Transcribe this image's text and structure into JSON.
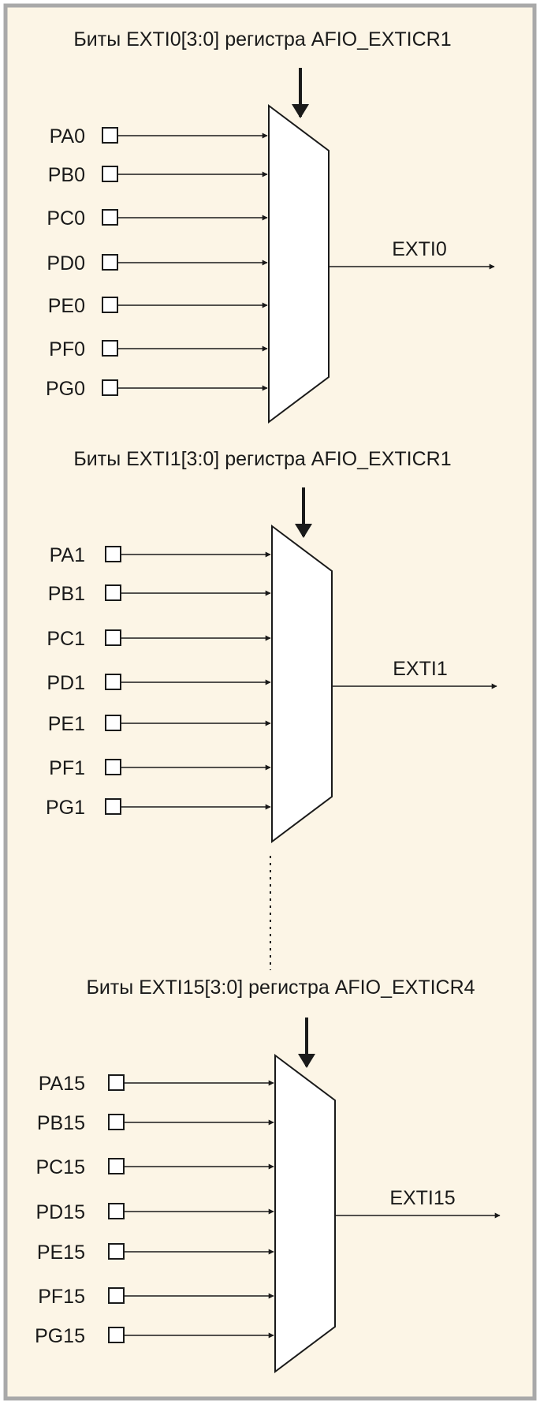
{
  "colors": {
    "frame": "#a9a9a9",
    "background": "#fcf5e6",
    "ink": "#1a1a1a",
    "mux_fill": "#ffffff"
  },
  "blocks": [
    {
      "title": "Биты EXTI0[3:0] регистра AFIO_EXTICR1",
      "inputs": [
        "PA0",
        "PB0",
        "PC0",
        "PD0",
        "PE0",
        "PF0",
        "PG0"
      ],
      "output": "EXTI0"
    },
    {
      "title": "Биты EXTI1[3:0] регистра AFIO_EXTICR1",
      "inputs": [
        "PA1",
        "PB1",
        "PC1",
        "PD1",
        "PE1",
        "PF1",
        "PG1"
      ],
      "output": "EXTI1"
    },
    {
      "title": "Биты EXTI15[3:0] регистра AFIO_EXTICR4",
      "inputs": [
        "PA15",
        "PB15",
        "PC15",
        "PD15",
        "PE15",
        "PF15",
        "PG15"
      ],
      "output": "EXTI15"
    }
  ]
}
